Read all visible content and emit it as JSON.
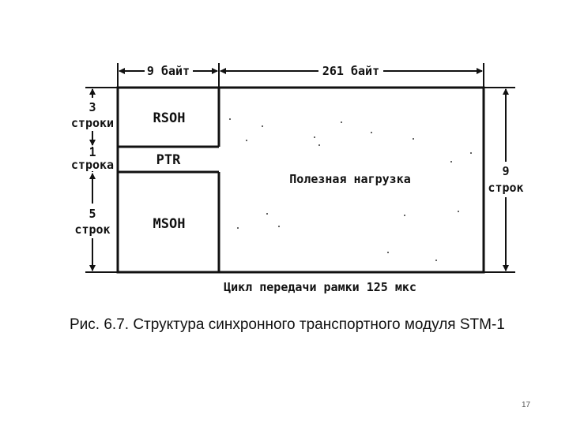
{
  "diagram": {
    "top_left_label": "9 байт",
    "top_right_label": "261 байт",
    "rows_3": {
      "num": "3",
      "word": "строки"
    },
    "rows_1": {
      "num": "1",
      "word": "строка"
    },
    "rows_5": {
      "num": "5",
      "word": "строк"
    },
    "rows_9": {
      "num": "9",
      "word": "строк"
    },
    "block_rsoh": "RSOH",
    "block_ptr": "PTR",
    "block_msoh": "MSOH",
    "payload": "Полезная нагрузка",
    "bottom": "Цикл передачи рамки 125 мкс"
  },
  "caption": "Рис. 6.7. Структура синхронного транспортного модуля STM-1",
  "page_number": "17"
}
